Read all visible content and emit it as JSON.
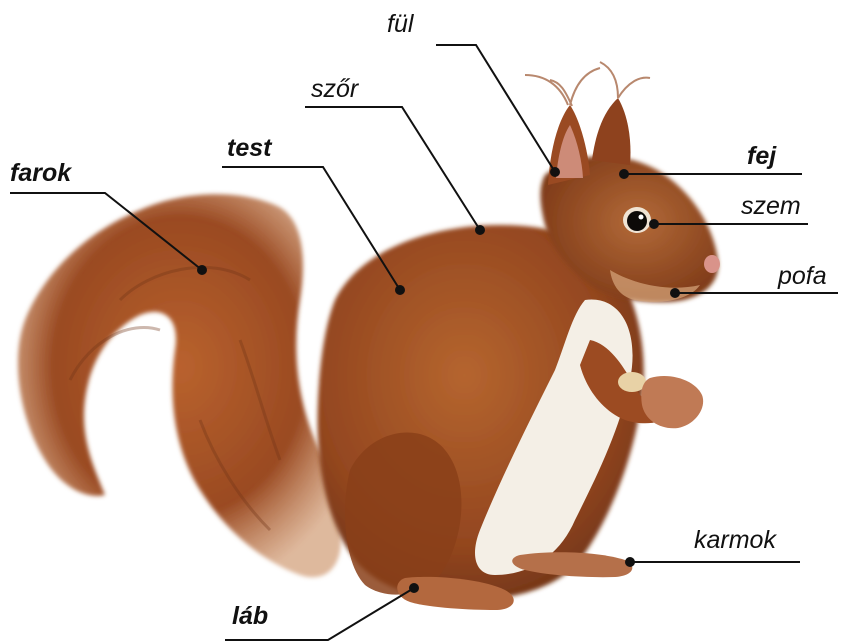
{
  "figure": {
    "subject": "red-squirrel-photo",
    "labels": [
      {
        "id": "ful",
        "text": "fül",
        "bold": false
      },
      {
        "id": "szor",
        "text": "szőr",
        "bold": false
      },
      {
        "id": "test",
        "text": "test",
        "bold": true
      },
      {
        "id": "fej",
        "text": "fej",
        "bold": true
      },
      {
        "id": "szem",
        "text": "szem",
        "bold": false
      },
      {
        "id": "farok",
        "text": "farok",
        "bold": true
      },
      {
        "id": "pofa",
        "text": "pofa",
        "bold": false
      },
      {
        "id": "karmok",
        "text": "karmok",
        "bold": false
      },
      {
        "id": "lab",
        "text": "láb",
        "bold": true
      }
    ]
  },
  "colors": {
    "background": "#ffffff",
    "fur": "#a8532a",
    "fur_dark": "#6f3417",
    "belly": "#f4efe6",
    "leader_line": "#111111",
    "text": "#111111"
  }
}
